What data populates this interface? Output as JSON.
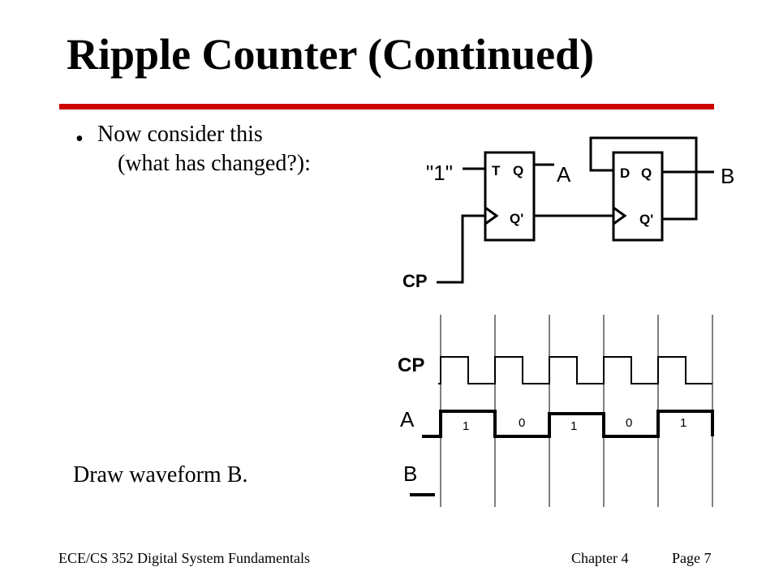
{
  "slide": {
    "title": "Ripple Counter (Continued)",
    "bullet": {
      "line1": "Now consider this",
      "line2": "(what has changed?):"
    },
    "prompt": "Draw waveform B."
  },
  "circuit": {
    "input_label": "\"1\"",
    "clock_label": "CP",
    "ff1": {
      "type_pin": "T",
      "q": "Q",
      "qbar": "Q'"
    },
    "ff2": {
      "type_pin": "D",
      "q": "Q",
      "qbar": "Q'"
    },
    "output_a": "A",
    "output_b": "B"
  },
  "waveforms": {
    "cp_label": "CP",
    "a_label": "A",
    "b_label": "B",
    "a_values": [
      "1",
      "0",
      "1",
      "0",
      "1"
    ]
  },
  "footer": {
    "course": "ECE/CS 352  Digital System Fundamentals",
    "chapter": "Chapter 4",
    "page": "Page 7"
  }
}
